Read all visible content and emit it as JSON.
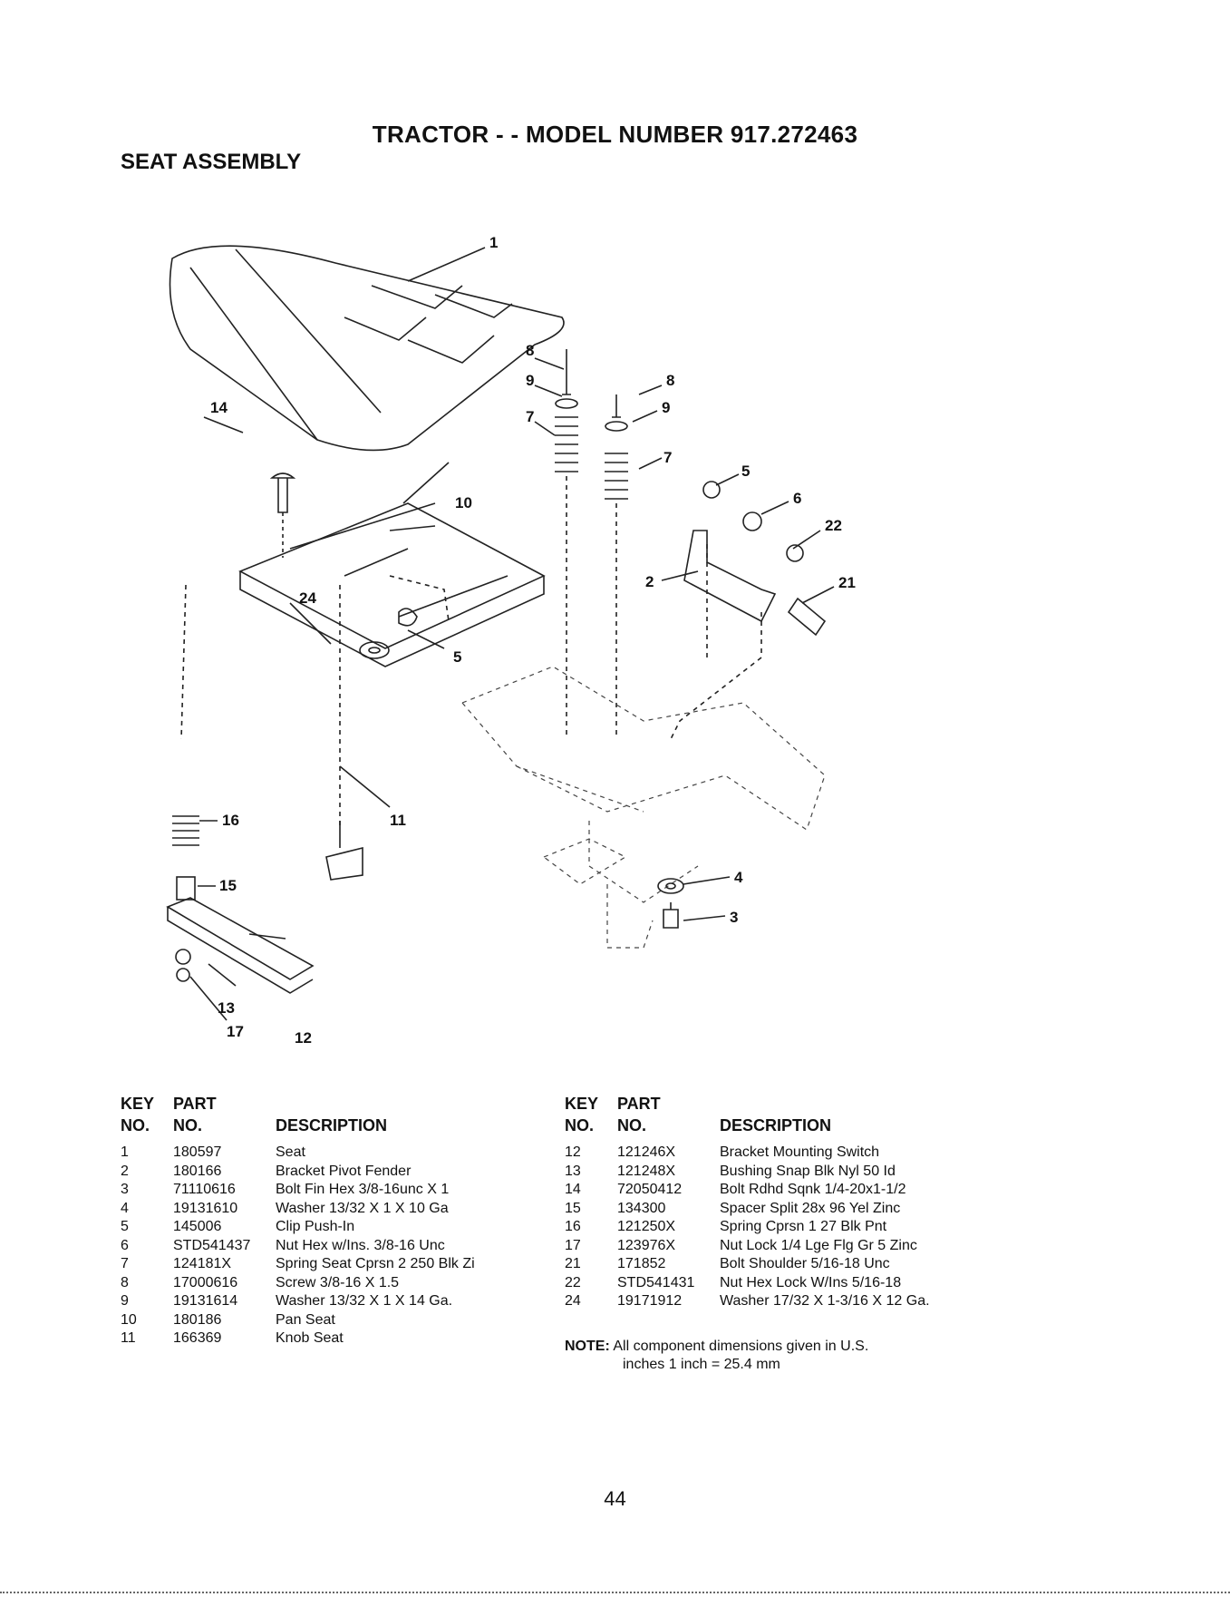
{
  "header": {
    "title": "TRACTOR - - MODEL NUMBER 917.272463",
    "subtitle": "SEAT ASSEMBLY"
  },
  "diagram": {
    "callouts": [
      "1",
      "14",
      "10",
      "24",
      "5",
      "16",
      "15",
      "11",
      "13",
      "17",
      "12",
      "8",
      "9",
      "7",
      "8",
      "9",
      "7",
      "5",
      "6",
      "22",
      "21",
      "2",
      "4",
      "3"
    ]
  },
  "table_headers": {
    "key_line1": "KEY",
    "part_line1": "PART",
    "key_line2": "NO.",
    "part_line2": "NO.",
    "description": "DESCRIPTION"
  },
  "parts_left": [
    {
      "key": "1",
      "part": "180597",
      "description": "Seat"
    },
    {
      "key": "2",
      "part": "180166",
      "description": "Bracket Pivot Fender"
    },
    {
      "key": "3",
      "part": "71110616",
      "description": "Bolt Fin Hex 3/8-16unc X 1"
    },
    {
      "key": "4",
      "part": "19131610",
      "description": "Washer 13/32 X 1 X 10 Ga"
    },
    {
      "key": "5",
      "part": "145006",
      "description": "Clip Push-In"
    },
    {
      "key": "6",
      "part": "STD541437",
      "description": "Nut Hex w/Ins. 3/8-16 Unc"
    },
    {
      "key": "7",
      "part": "124181X",
      "description": "Spring Seat Cprsn 2 250 Blk Zi"
    },
    {
      "key": "8",
      "part": "17000616",
      "description": "Screw 3/8-16 X 1.5"
    },
    {
      "key": "9",
      "part": "19131614",
      "description": "Washer 13/32 X 1 X 14 Ga."
    },
    {
      "key": "10",
      "part": "180186",
      "description": "Pan Seat"
    },
    {
      "key": "11",
      "part": "166369",
      "description": "Knob Seat"
    }
  ],
  "parts_right": [
    {
      "key": "12",
      "part": "121246X",
      "description": "Bracket Mounting Switch"
    },
    {
      "key": "13",
      "part": "121248X",
      "description": "Bushing Snap Blk Nyl 50 Id"
    },
    {
      "key": "14",
      "part": "72050412",
      "description": "Bolt Rdhd Sqnk 1/4-20x1-1/2"
    },
    {
      "key": "15",
      "part": "134300",
      "description": "Spacer Split 28x 96 Yel Zinc"
    },
    {
      "key": "16",
      "part": "121250X",
      "description": "Spring Cprsn 1 27 Blk Pnt"
    },
    {
      "key": "17",
      "part": "123976X",
      "description": "Nut Lock 1/4 Lge Flg Gr 5 Zinc"
    },
    {
      "key": "21",
      "part": "171852",
      "description": "Bolt Shoulder 5/16-18 Unc"
    },
    {
      "key": "22",
      "part": "STD541431",
      "description": "Nut Hex Lock W/Ins 5/16-18"
    },
    {
      "key": "24",
      "part": "19171912",
      "description": "Washer 17/32 X 1-3/16 X 12 Ga."
    }
  ],
  "note": {
    "label": "NOTE:",
    "line1": "All component dimensions given in U.S.",
    "line2": "inches 1 inch = 25.4 mm"
  },
  "page_number": "44"
}
